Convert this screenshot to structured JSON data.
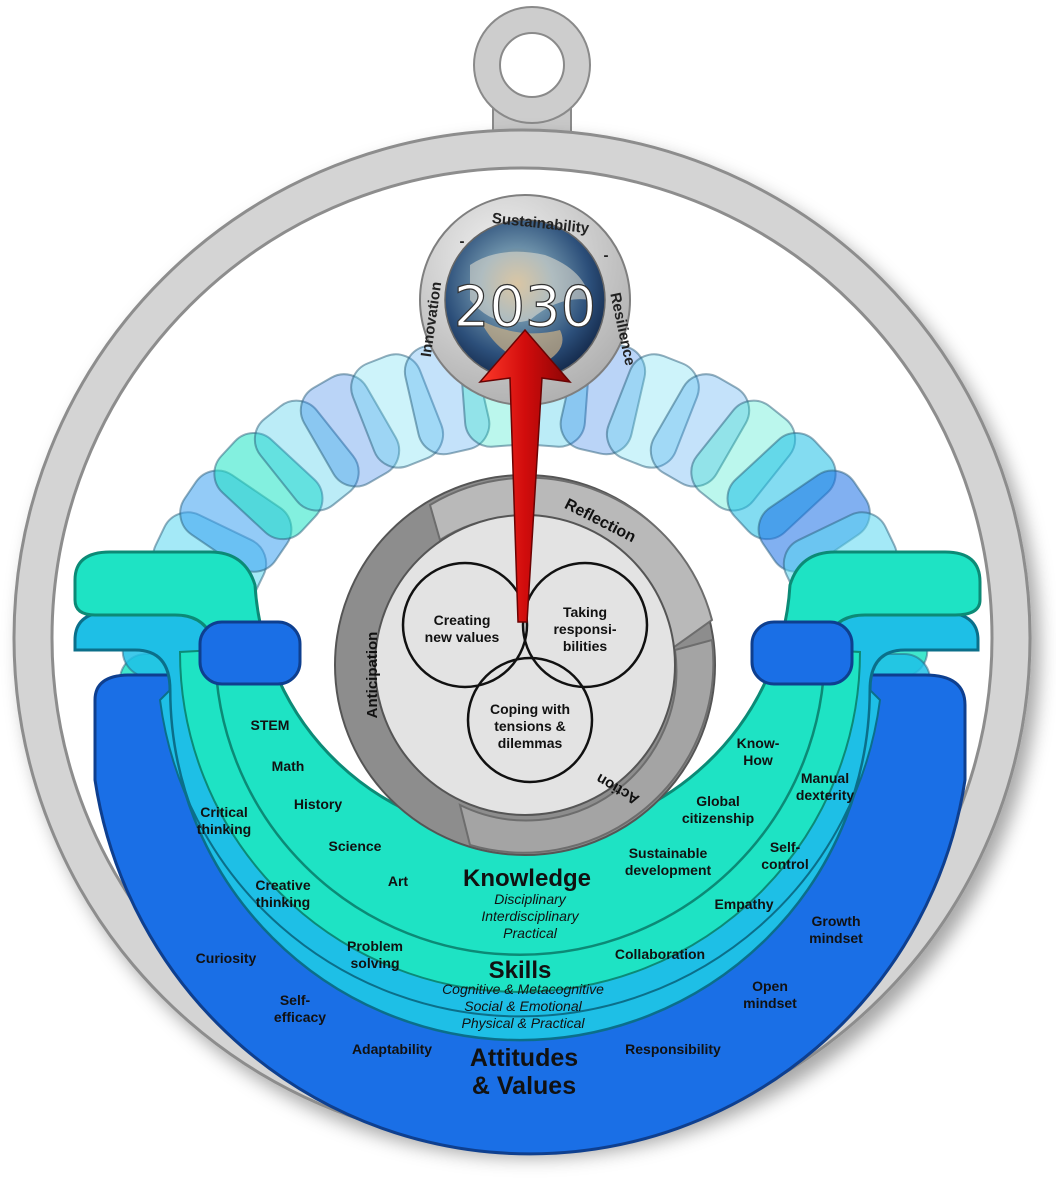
{
  "globe": {
    "year": "2030",
    "ring_top": "Sustainability",
    "ring_left": "Innovation",
    "ring_right": "Resilience",
    "ring_sep": "-"
  },
  "cycle": {
    "reflection": "Reflection",
    "anticipation": "Anticipation",
    "action": "Action"
  },
  "competencies": {
    "creating": [
      "Creating",
      "new values"
    ],
    "taking": [
      "Taking",
      "responsi-",
      "bilities"
    ],
    "coping": [
      "Coping with",
      "tensions &",
      "dilemmas"
    ]
  },
  "knowledge": {
    "title": "Knowledge",
    "subs": [
      "Disciplinary",
      "Interdisciplinary",
      "Practical"
    ],
    "items": {
      "stem": "STEM",
      "math": "Math",
      "history": "History",
      "science": "Science",
      "art": "Art",
      "knowhow": [
        "Know-",
        "How"
      ],
      "global": [
        "Global",
        "citizenship"
      ],
      "sustainable": [
        "Sustainable",
        "development"
      ]
    }
  },
  "skills": {
    "title": "Skills",
    "subs": [
      "Cognitive & Metacognitive",
      "Social & Emotional",
      "Physical & Practical"
    ],
    "items": {
      "critical": [
        "Critical",
        "thinking"
      ],
      "creative": [
        "Creative",
        "thinking"
      ],
      "problem": [
        "Problem",
        "solving"
      ],
      "collaboration": "Collaboration",
      "empathy": "Empathy",
      "selfcontrol": [
        "Self-",
        "control"
      ],
      "manual": [
        "Manual",
        "dexterity"
      ]
    }
  },
  "attitudes": {
    "title": [
      "Attitudes",
      "& Values"
    ],
    "items": {
      "curiosity": "Curiosity",
      "selfefficacy": [
        "Self-",
        "efficacy"
      ],
      "adaptability": "Adaptability",
      "responsibility": "Responsibility",
      "open": [
        "Open",
        "mindset"
      ],
      "growth": [
        "Growth",
        "mindset"
      ]
    }
  },
  "colors": {
    "frame": "#cfcfcf",
    "knowledge": "#1ee3c4",
    "skills": "#1ebfe6",
    "attitudes": "#1a6fe6",
    "arrow": "#e01010"
  }
}
